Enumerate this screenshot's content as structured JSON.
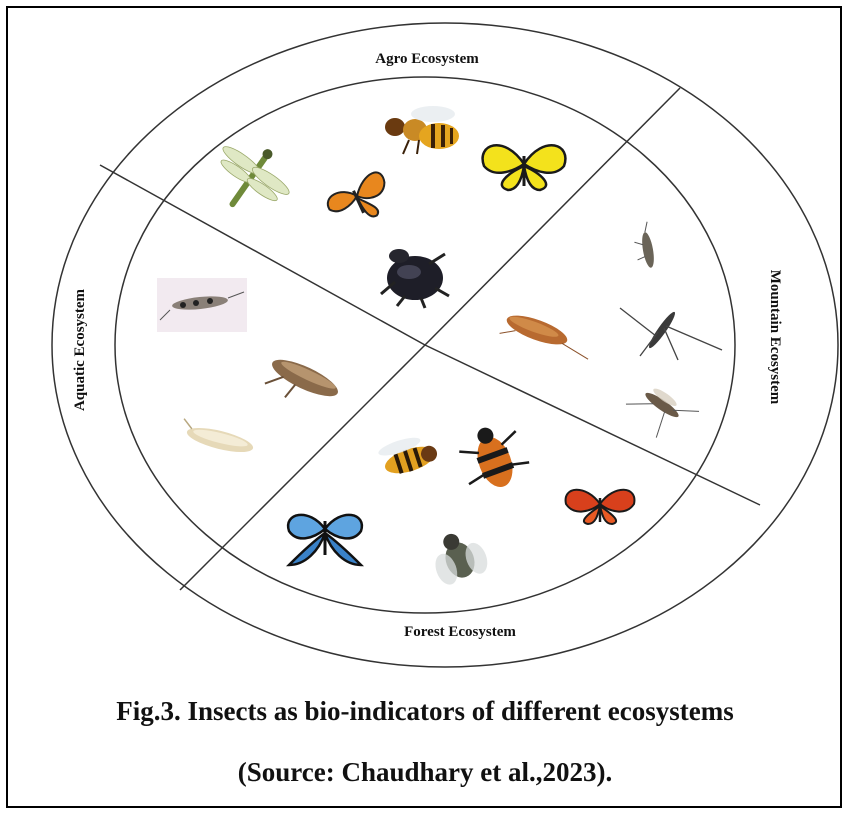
{
  "rings": {
    "top": "Agro Ecosystem",
    "left": "Aquatic Ecosystem",
    "right": "Mountain Ecosystem",
    "bottom": "Forest Ecosystem"
  },
  "caption": {
    "line1": "Fig.3. Insects as bio-indicators of different ecosystems",
    "line2": "(Source: Chaudhary et al.,2023)."
  },
  "insects": {
    "agro": [
      "dragonfly",
      "honey-bee",
      "yellow-butterfly",
      "monarch-butterfly",
      "dung-beetle"
    ],
    "aquatic": [
      "caddisfly",
      "leafhopper",
      "mayfly-nymph"
    ],
    "mountain": [
      "stonefly",
      "water-strider",
      "moth",
      "crane-fly"
    ],
    "forest": [
      "hoverfly",
      "burying-beetle",
      "red-butterfly",
      "swallowtail-butterfly",
      "housefly"
    ]
  }
}
